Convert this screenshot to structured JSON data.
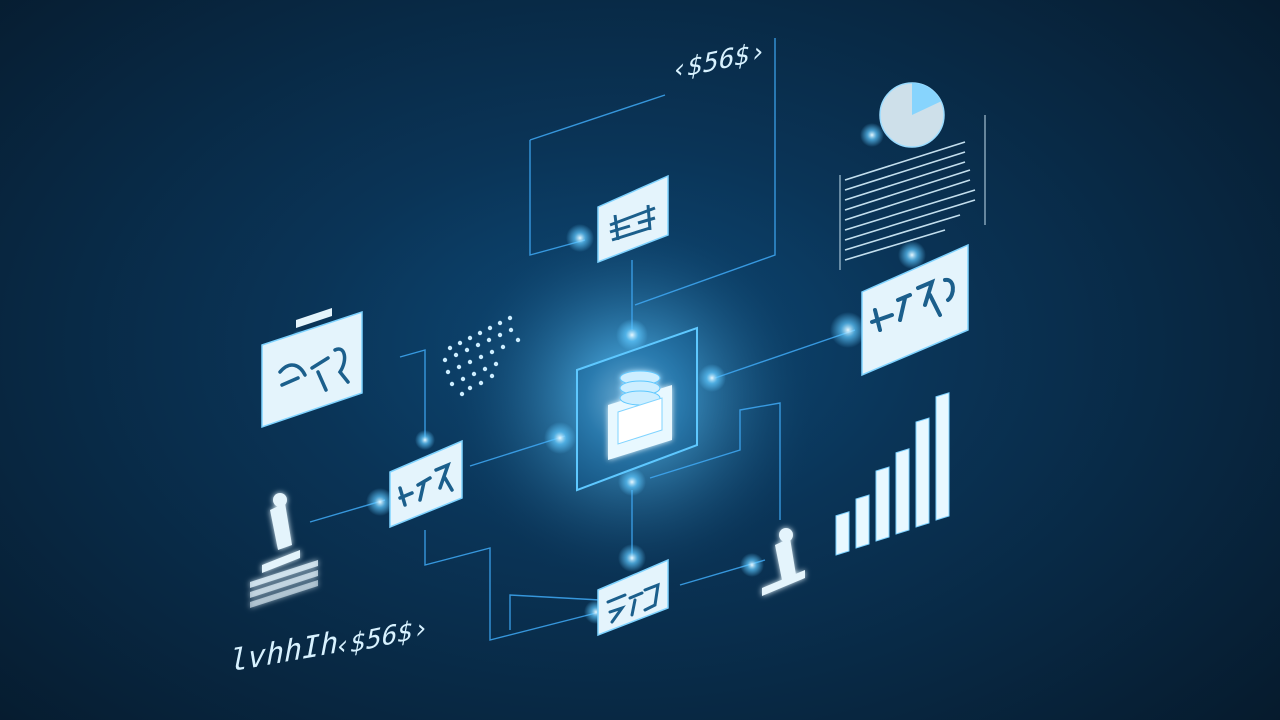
{
  "scene": {
    "label_top": "‹$56$›",
    "label_bottom": "‹$56$›",
    "label_bottom_left": "lvhhIh",
    "bar_chart": {
      "values": [
        0.28,
        0.35,
        0.5,
        0.58,
        0.75,
        0.88
      ]
    },
    "pie_chart": {
      "slice_fraction": 0.18
    },
    "colors": {
      "background": "#082843",
      "line": "#3fa9f5",
      "glow": "#5ec8ff",
      "panel": "#e4f4fc",
      "glyph": "#1b5f8c"
    },
    "icons": [
      "database-icon",
      "flowchart-icon",
      "pie-chart-icon",
      "bar-chart-icon",
      "person-at-computer-icon"
    ]
  }
}
